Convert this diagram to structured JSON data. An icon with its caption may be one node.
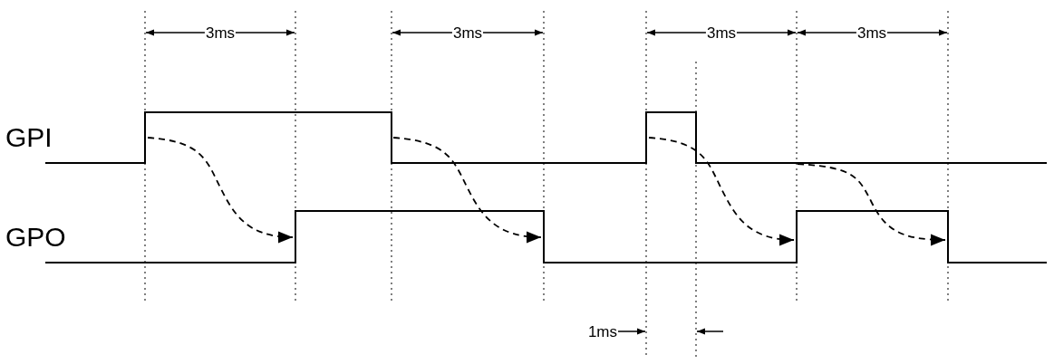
{
  "diagram": {
    "labels": [
      "3ms",
      "3ms",
      "3ms",
      "3ms",
      "GPI",
      "GPO",
      "1ms"
    ]
  }
}
